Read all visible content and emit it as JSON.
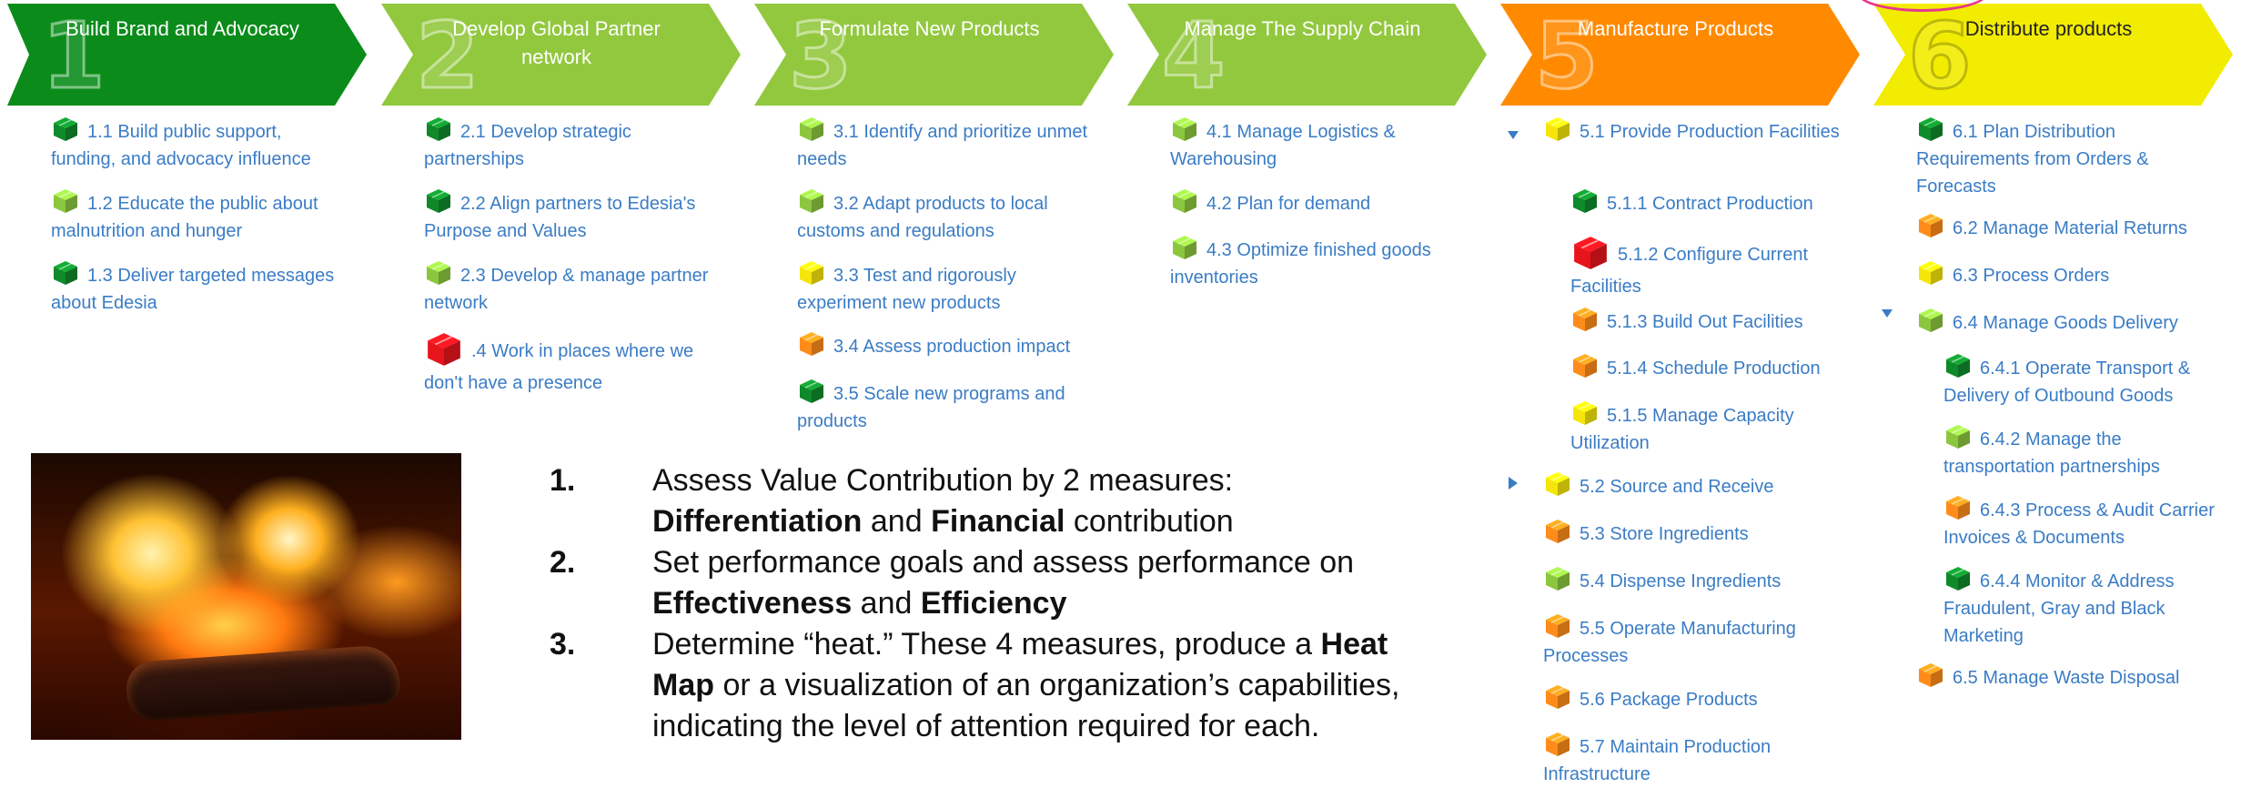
{
  "phases": [
    {
      "number": "1",
      "title": "Build Brand and Advocacy",
      "color": "#0b8c1a",
      "title_color": "#ffffff"
    },
    {
      "number": "2",
      "title": "Develop Global Partner network",
      "color": "#92c83e",
      "title_color": "#ffffff"
    },
    {
      "number": "3",
      "title": "Formulate New Products",
      "color": "#92c83e",
      "title_color": "#ffffff"
    },
    {
      "number": "4",
      "title": "Manage The Supply Chain",
      "color": "#92c83e",
      "title_color": "#ffffff"
    },
    {
      "number": "5",
      "title": "Manufacture Products",
      "color": "#ff8a00",
      "title_color": "#ffffff"
    },
    {
      "number": "6",
      "title": "Distribute products",
      "color": "#f2ec00",
      "title_color": "#222222"
    }
  ],
  "items": {
    "p1": [
      {
        "label": "1.1 Build public support, funding, and advocacy influence",
        "cube": "dark-green"
      },
      {
        "label": "1.2 Educate the public about malnutrition and hunger",
        "cube": "light-green"
      },
      {
        "label": "1.3 Deliver targeted messages about Edesia",
        "cube": "dark-green"
      }
    ],
    "p2": [
      {
        "label": "2.1 Develop strategic partnerships",
        "cube": "dark-green"
      },
      {
        "label": "2.2 Align partners to Edesia's Purpose and Values",
        "cube": "dark-green"
      },
      {
        "label": "2.3 Develop & manage partner network",
        "cube": "light-green"
      },
      {
        "label": ".4 Work in places where we don't have a presence",
        "cube": "red"
      }
    ],
    "p3": [
      {
        "label": "3.1 Identify and prioritize unmet needs",
        "cube": "light-green"
      },
      {
        "label": "3.2 Adapt products to local customs and regulations",
        "cube": "light-green"
      },
      {
        "label": "3.3 Test and rigorously experiment new products",
        "cube": "yellow"
      },
      {
        "label": "3.4 Assess production impact",
        "cube": "orange"
      },
      {
        "label": "3.5 Scale new programs and products",
        "cube": "dark-green"
      }
    ],
    "p4": [
      {
        "label": "4.1 Manage Logistics & Warehousing",
        "cube": "light-green"
      },
      {
        "label": "4.2 Plan for demand",
        "cube": "light-green"
      },
      {
        "label": "4.3 Optimize finished goods inventories",
        "cube": "light-green"
      }
    ],
    "p5": [
      {
        "label": "5.1 Provide Production Facilities",
        "cube": "yellow"
      },
      {
        "label": "5.1.1 Contract Production",
        "cube": "dark-green"
      },
      {
        "label": "5.1.2 Configure Current Facilities",
        "cube": "red"
      },
      {
        "label": "5.1.3 Build Out Facilities",
        "cube": "orange"
      },
      {
        "label": "5.1.4 Schedule Production",
        "cube": "orange"
      },
      {
        "label": "5.1.5 Manage Capacity Utilization",
        "cube": "yellow"
      },
      {
        "label": "5.2 Source and Receive",
        "cube": "yellow"
      },
      {
        "label": "5.3 Store Ingredients",
        "cube": "orange"
      },
      {
        "label": "5.4 Dispense Ingredients",
        "cube": "light-green"
      },
      {
        "label": "5.5 Operate Manufacturing Processes",
        "cube": "orange"
      },
      {
        "label": "5.6 Package Products",
        "cube": "orange"
      },
      {
        "label": "5.7 Maintain Production Infrastructure",
        "cube": "orange"
      }
    ],
    "p6": [
      {
        "label": "6.1 Plan Distribution Requirements from Orders & Forecasts",
        "cube": "dark-green"
      },
      {
        "label": "6.2 Manage Material Returns",
        "cube": "orange"
      },
      {
        "label": "6.3 Process Orders",
        "cube": "yellow"
      },
      {
        "label": "6.4 Manage Goods Delivery",
        "cube": "light-green"
      },
      {
        "label": "6.4.1 Operate Transport & Delivery of Outbound Goods",
        "cube": "dark-green"
      },
      {
        "label": "6.4.2 Manage the transportation partnerships",
        "cube": "light-green"
      },
      {
        "label": "6.4.3 Process & Audit Carrier Invoices & Documents",
        "cube": "orange"
      },
      {
        "label": "6.4.4 Monitor & Address Fraudulent, Gray and Black Marketing",
        "cube": "dark-green"
      },
      {
        "label": "6.5 Manage Waste Disposal",
        "cube": "orange"
      }
    ]
  },
  "cube_colors": {
    "dark-green": "#0f8a2a",
    "light-green": "#8cc63f",
    "yellow": "#f5e50a",
    "orange": "#ff8c1a",
    "red": "#e8141c"
  },
  "steps": [
    {
      "n": "1.",
      "parts": [
        {
          "t": "Assess Value Contribution by 2 measures: ",
          "b": false
        },
        {
          "t": "Differentiation",
          "b": true
        },
        {
          "t": " and ",
          "b": false
        },
        {
          "t": "Financial",
          "b": true
        },
        {
          "t": " contribution",
          "b": false
        }
      ]
    },
    {
      "n": "2.",
      "parts": [
        {
          "t": "Set performance goals and assess performance on ",
          "b": false
        },
        {
          "t": "Effectiveness",
          "b": true
        },
        {
          "t": " and ",
          "b": false
        },
        {
          "t": "Efficiency",
          "b": true
        }
      ]
    },
    {
      "n": "3.",
      "parts": [
        {
          "t": "Determine “heat.” These 4 measures, produce a ",
          "b": false
        },
        {
          "t": "Heat Map",
          "b": true
        },
        {
          "t": " or a visualization of an organization’s capabilities, indicating the level of attention required for each.",
          "b": false
        }
      ]
    }
  ]
}
